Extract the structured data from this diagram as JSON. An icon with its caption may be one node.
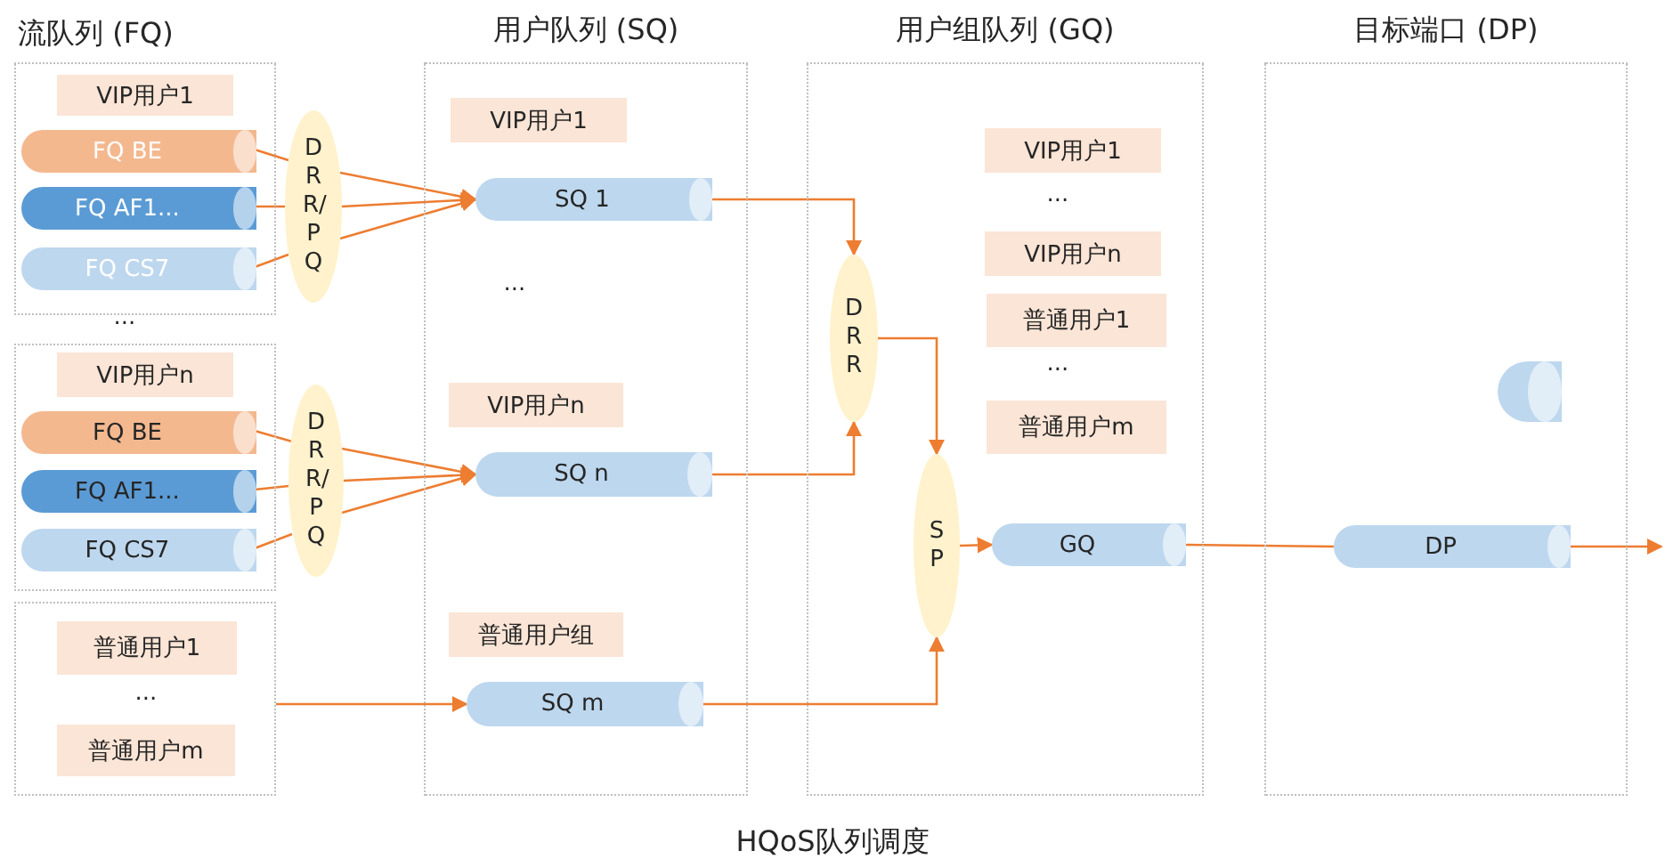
{
  "diagram": {
    "caption": "HQoS队列调度",
    "nodes": [
      {
        "text": [],
        "shape": "box"
      },
      {
        "text": [
          "VIP用户1"
        ],
        "in": 0
      },
      {
        "text": [
          "FQ BE"
        ],
        "in": 0
      },
      {
        "text": [
          "FQ AF1..."
        ],
        "in": 0
      },
      {
        "text": [
          "FQ CS7"
        ],
        "in": 0
      },
      {
        "text": [
          "DRR/PQ"
        ]
      },
      {
        "text": [],
        "shape": "box"
      },
      {
        "text": [
          "VIP用户n"
        ],
        "in": 6
      },
      {
        "text": [
          "FQ BE"
        ],
        "in": 6
      },
      {
        "text": [
          "FQ AF1..."
        ],
        "in": 6
      },
      {
        "text": [
          "FQ CS7"
        ],
        "in": 6
      },
      {
        "text": [
          "DRR/PQ"
        ]
      },
      {
        "text": [],
        "shape": "box"
      },
      {
        "text": [
          "普通用户1"
        ],
        "in": 12
      },
      {
        "text": [
          "普通用户m"
        ],
        "in": 12
      },
      {
        "text": [
          "用户队列 (SQ)"
        ]
      },
      {
        "text": [
          "VIP用户1"
        ],
        "in": 15
      },
      {
        "text": [
          "SQ 1"
        ],
        "in": 15
      },
      {
        "text": [
          "VIP用户n"
        ],
        "in": 15
      },
      {
        "text": [
          "SQ n"
        ],
        "in": 15
      },
      {
        "text": [
          "普通用户组"
        ],
        "in": 15
      },
      {
        "text": [
          "SQ m"
        ],
        "in": 15
      },
      {
        "text": [
          "用户组队列 (GQ)"
        ]
      },
      {
        "text": [
          "VIP用户1"
        ],
        "in": 22
      },
      {
        "text": [
          "VIP用户n"
        ],
        "in": 22
      },
      {
        "text": [
          "DRR"
        ],
        "in": 22
      },
      {
        "text": [
          "普通用户1"
        ],
        "in": 22
      },
      {
        "text": [
          "普通用户m"
        ],
        "in": 22
      },
      {
        "text": [
          "SP"
        ],
        "in": 22
      },
      {
        "text": [
          "GQ"
        ],
        "in": 22
      },
      {
        "text": [
          "目标端口 (DP)"
        ]
      },
      {
        "text": [],
        "shape": "cylinder",
        "in": 30
      },
      {
        "text": [
          "DP"
        ],
        "in": 30
      }
    ],
    "edges": [
      {
        "from": 2,
        "to": 5,
        "arrow": "none"
      },
      {
        "from": 3,
        "to": 5,
        "arrow": "none"
      },
      {
        "from": 4,
        "to": 5,
        "arrow": "none"
      },
      {
        "from": 5,
        "to": 17,
        "arrow": "to"
      },
      {
        "from": 5,
        "to": 17,
        "arrow": "to"
      },
      {
        "from": 5,
        "to": 17,
        "arrow": "to"
      },
      {
        "from": 8,
        "to": 11,
        "arrow": "none"
      },
      {
        "from": 9,
        "to": 11,
        "arrow": "none"
      },
      {
        "from": 10,
        "to": 11,
        "arrow": "none"
      },
      {
        "from": 11,
        "to": 19,
        "arrow": "to"
      },
      {
        "from": 11,
        "to": 19,
        "arrow": "to"
      },
      {
        "from": 11,
        "to": 19,
        "arrow": "to"
      },
      {
        "from": 12,
        "to": 21,
        "arrow": "to"
      },
      {
        "from": 17,
        "to": 25,
        "arrow": "to"
      },
      {
        "from": 19,
        "to": 25,
        "arrow": "to"
      },
      {
        "from": 25,
        "to": 28,
        "arrow": "to"
      },
      {
        "from": 21,
        "to": 28,
        "arrow": "to"
      },
      {
        "from": 28,
        "to": 29,
        "arrow": "to"
      },
      {
        "from": 29,
        "to": 32,
        "arrow": "none"
      },
      {
        "from": 32,
        "to": null,
        "arrow": "to"
      }
    ],
    "labels": [
      "流队列 (FQ)",
      "...",
      "...",
      "...",
      "...",
      "..."
    ]
  }
}
